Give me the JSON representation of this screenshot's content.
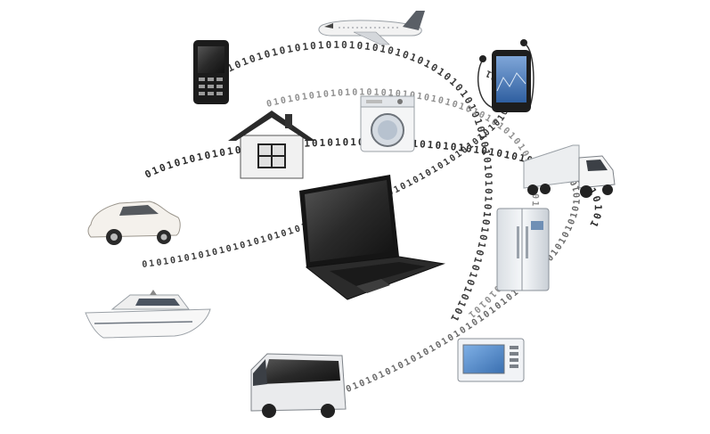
{
  "scene": {
    "subject": "connected-devices-around-laptop",
    "bit_stream_text": "0101010101010101010101010101010101010101010101010101010101010101",
    "devices": [
      {
        "id": "airplane",
        "icon": "airplane-icon"
      },
      {
        "id": "mobile-phone",
        "icon": "mobile-phone-icon"
      },
      {
        "id": "smartphone-earphones",
        "icon": "smartphone-icon"
      },
      {
        "id": "house",
        "icon": "house-icon"
      },
      {
        "id": "washing-machine",
        "icon": "washing-machine-icon"
      },
      {
        "id": "truck",
        "icon": "truck-icon"
      },
      {
        "id": "car",
        "icon": "car-icon"
      },
      {
        "id": "laptop",
        "icon": "laptop-icon"
      },
      {
        "id": "refrigerator",
        "icon": "refrigerator-icon"
      },
      {
        "id": "yacht",
        "icon": "yacht-icon"
      },
      {
        "id": "microwave",
        "icon": "microwave-icon"
      },
      {
        "id": "bus",
        "icon": "bus-icon"
      }
    ]
  },
  "colors": {
    "background": "#ffffff",
    "bits_dark": "#2b2b2b",
    "bits_light": "#9a9a9a",
    "laptop_body": "#1e1e1e",
    "laptop_screen": "#3a3a3a",
    "appliance_white": "#eef1f4",
    "microwave_screen": "#4a7fc0",
    "phone_screen": "#5a8ac8",
    "bus_glass": "#2e3440"
  }
}
